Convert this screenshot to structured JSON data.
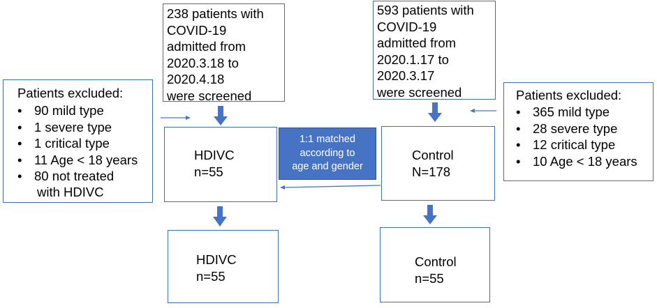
{
  "left_top": {
    "lines": [
      "238 patients with",
      "COVID-19",
      "admitted from",
      "2020.3.18 to",
      "2020.4.18",
      "were screened"
    ]
  },
  "right_top": {
    "lines": [
      "593 patients with",
      "COVID-19",
      "admitted from",
      "2020.1.17 to",
      "2020.3.17",
      "were screened"
    ]
  },
  "left_excluded": {
    "title": "Patients excluded:",
    "items": [
      "90 mild type",
      "1 severe type",
      "1 critical type",
      "11 Age < 18 years",
      "80 not treated"
    ],
    "continuation": "with HDIVC"
  },
  "right_excluded": {
    "title": "Patients excluded:",
    "items": [
      "365 mild type",
      "28 severe type",
      "12 critical type",
      "10 Age < 18 years"
    ]
  },
  "hdivc_mid": {
    "name": "HDIVC",
    "n": "n=55"
  },
  "control_mid": {
    "name": "Control",
    "n": "N=178"
  },
  "match": {
    "lines": [
      "1:1 matched",
      "according to",
      "age and gender"
    ]
  },
  "hdivc_bottom": {
    "name": "HDIVC",
    "n": "n=55"
  },
  "control_bottom": {
    "name": "Control",
    "n": "n=55"
  },
  "colors": {
    "border": "#3c6fb5",
    "arrow": "#4673c4",
    "match_fill": "#4673c4"
  }
}
